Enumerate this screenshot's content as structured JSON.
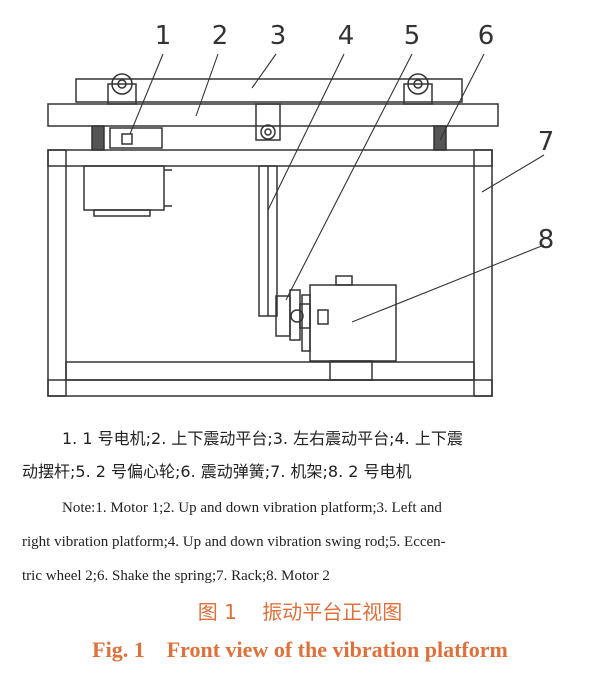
{
  "labels": [
    "1",
    "2",
    "3",
    "4",
    "5",
    "6",
    "7",
    "8"
  ],
  "legend_cn": {
    "line1": "1. 1 号电机;2. 上下震动平台;3. 左右震动平台;4. 上下震",
    "line2": "动摆杆;5. 2 号偏心轮;6. 震动弹簧;7. 机架;8. 2 号电机"
  },
  "legend_en": {
    "line1": "Note:1. Motor 1;2. Up and down vibration platform;3. Left and",
    "line2": "right vibration platform;4. Up and down vibration swing rod;5. Eccen-",
    "line3": "tric wheel 2;6. Shake the spring;7. Rack;8. Motor 2"
  },
  "title_cn": "图 1    振动平台正视图",
  "title_en": "Fig. 1    Front view of the vibration platform"
}
